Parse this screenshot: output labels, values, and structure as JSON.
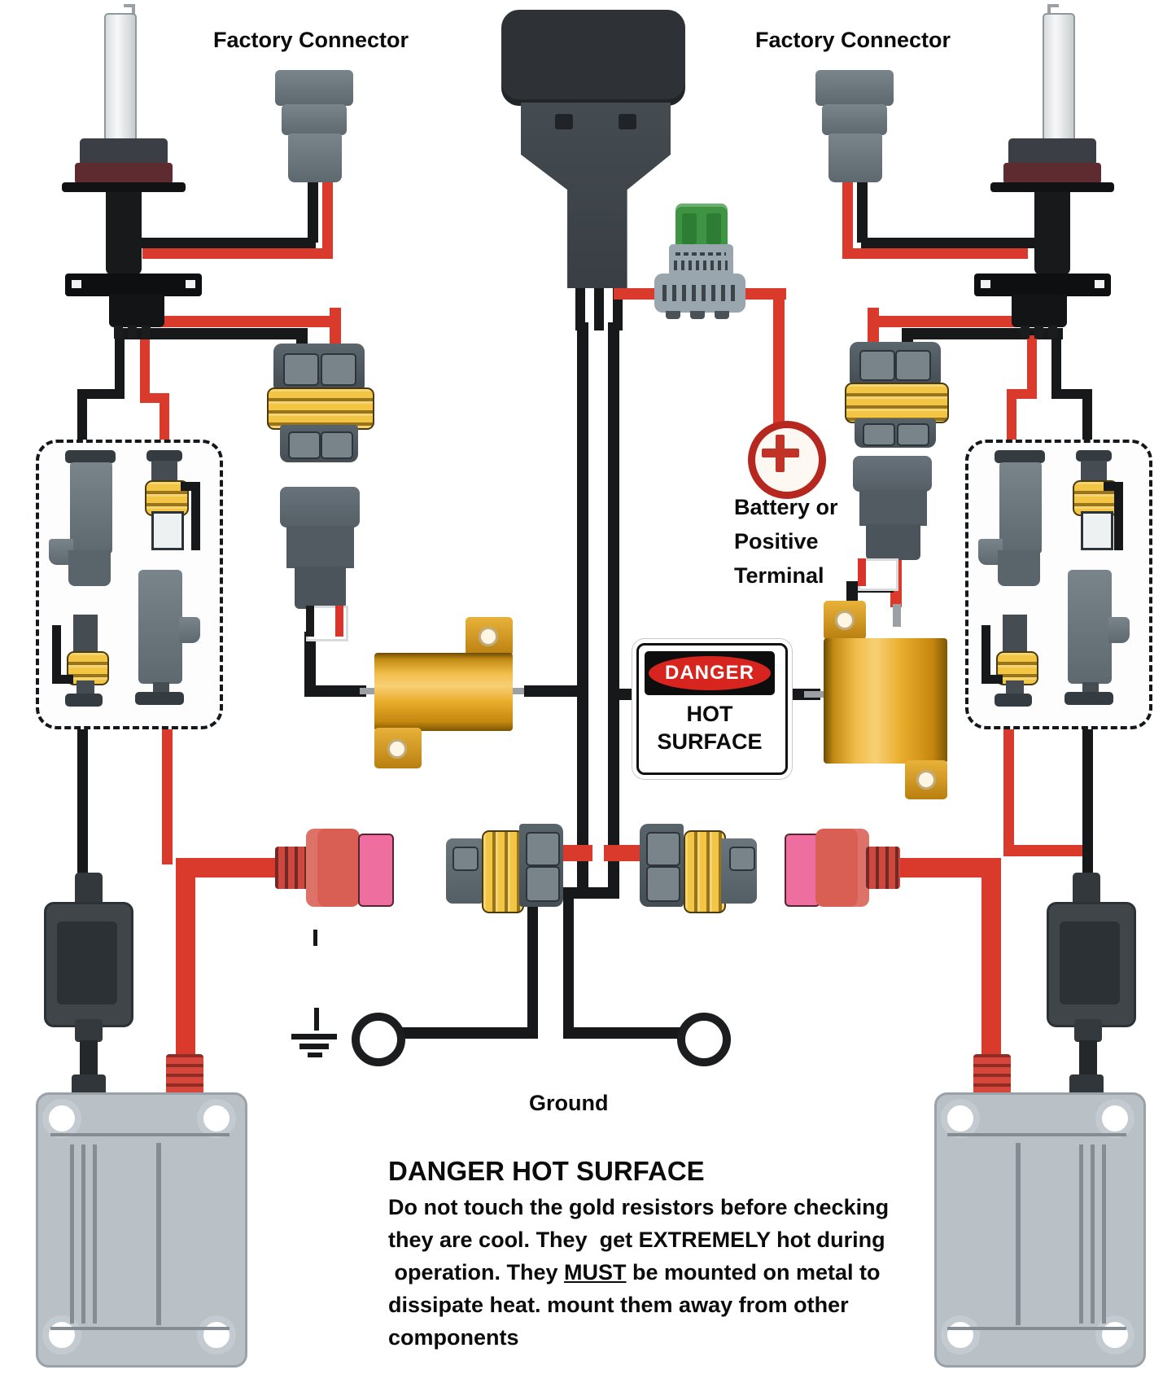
{
  "labels": {
    "factory_connector_left": "Factory Connector",
    "factory_connector_right": "Factory Connector",
    "battery": {
      "line1": "Battery or",
      "line2": "Positive",
      "line3": "Terminal"
    },
    "ground": "Ground"
  },
  "danger_sign": {
    "header": "DANGER",
    "line1": "HOT",
    "line2": "SURFACE"
  },
  "warning": {
    "title": "DANGER HOT SURFACE",
    "line1": "Do not touch the gold resistors before checking",
    "line2": "they are cool. They  get EXTREMELY hot during",
    "line3_pre": " operation. They ",
    "line3_must": "MUST",
    "line3_post": " be mounted on metal to",
    "line4": "dissipate heat. mount them away from other",
    "line5": "components"
  },
  "colors": {
    "wire_red": "#d93a2b",
    "wire_black": "#17181a",
    "connector_gray": "#5d686f",
    "connector_light": "#79848b",
    "connector_dark": "#343b41",
    "seal_yellow": "#f2c544",
    "fuse_green": "#3f9443",
    "fuse_holder": "#9aa6ad",
    "resistor_gold": "#e8aa24",
    "pink": "#ee6f9f",
    "salmon": "#d95f55",
    "danger_red": "#d7241e",
    "ballast_gray": "#b9c1c7",
    "ignitor_dark": "#3f4549",
    "relay_dark": "#2e3236"
  }
}
